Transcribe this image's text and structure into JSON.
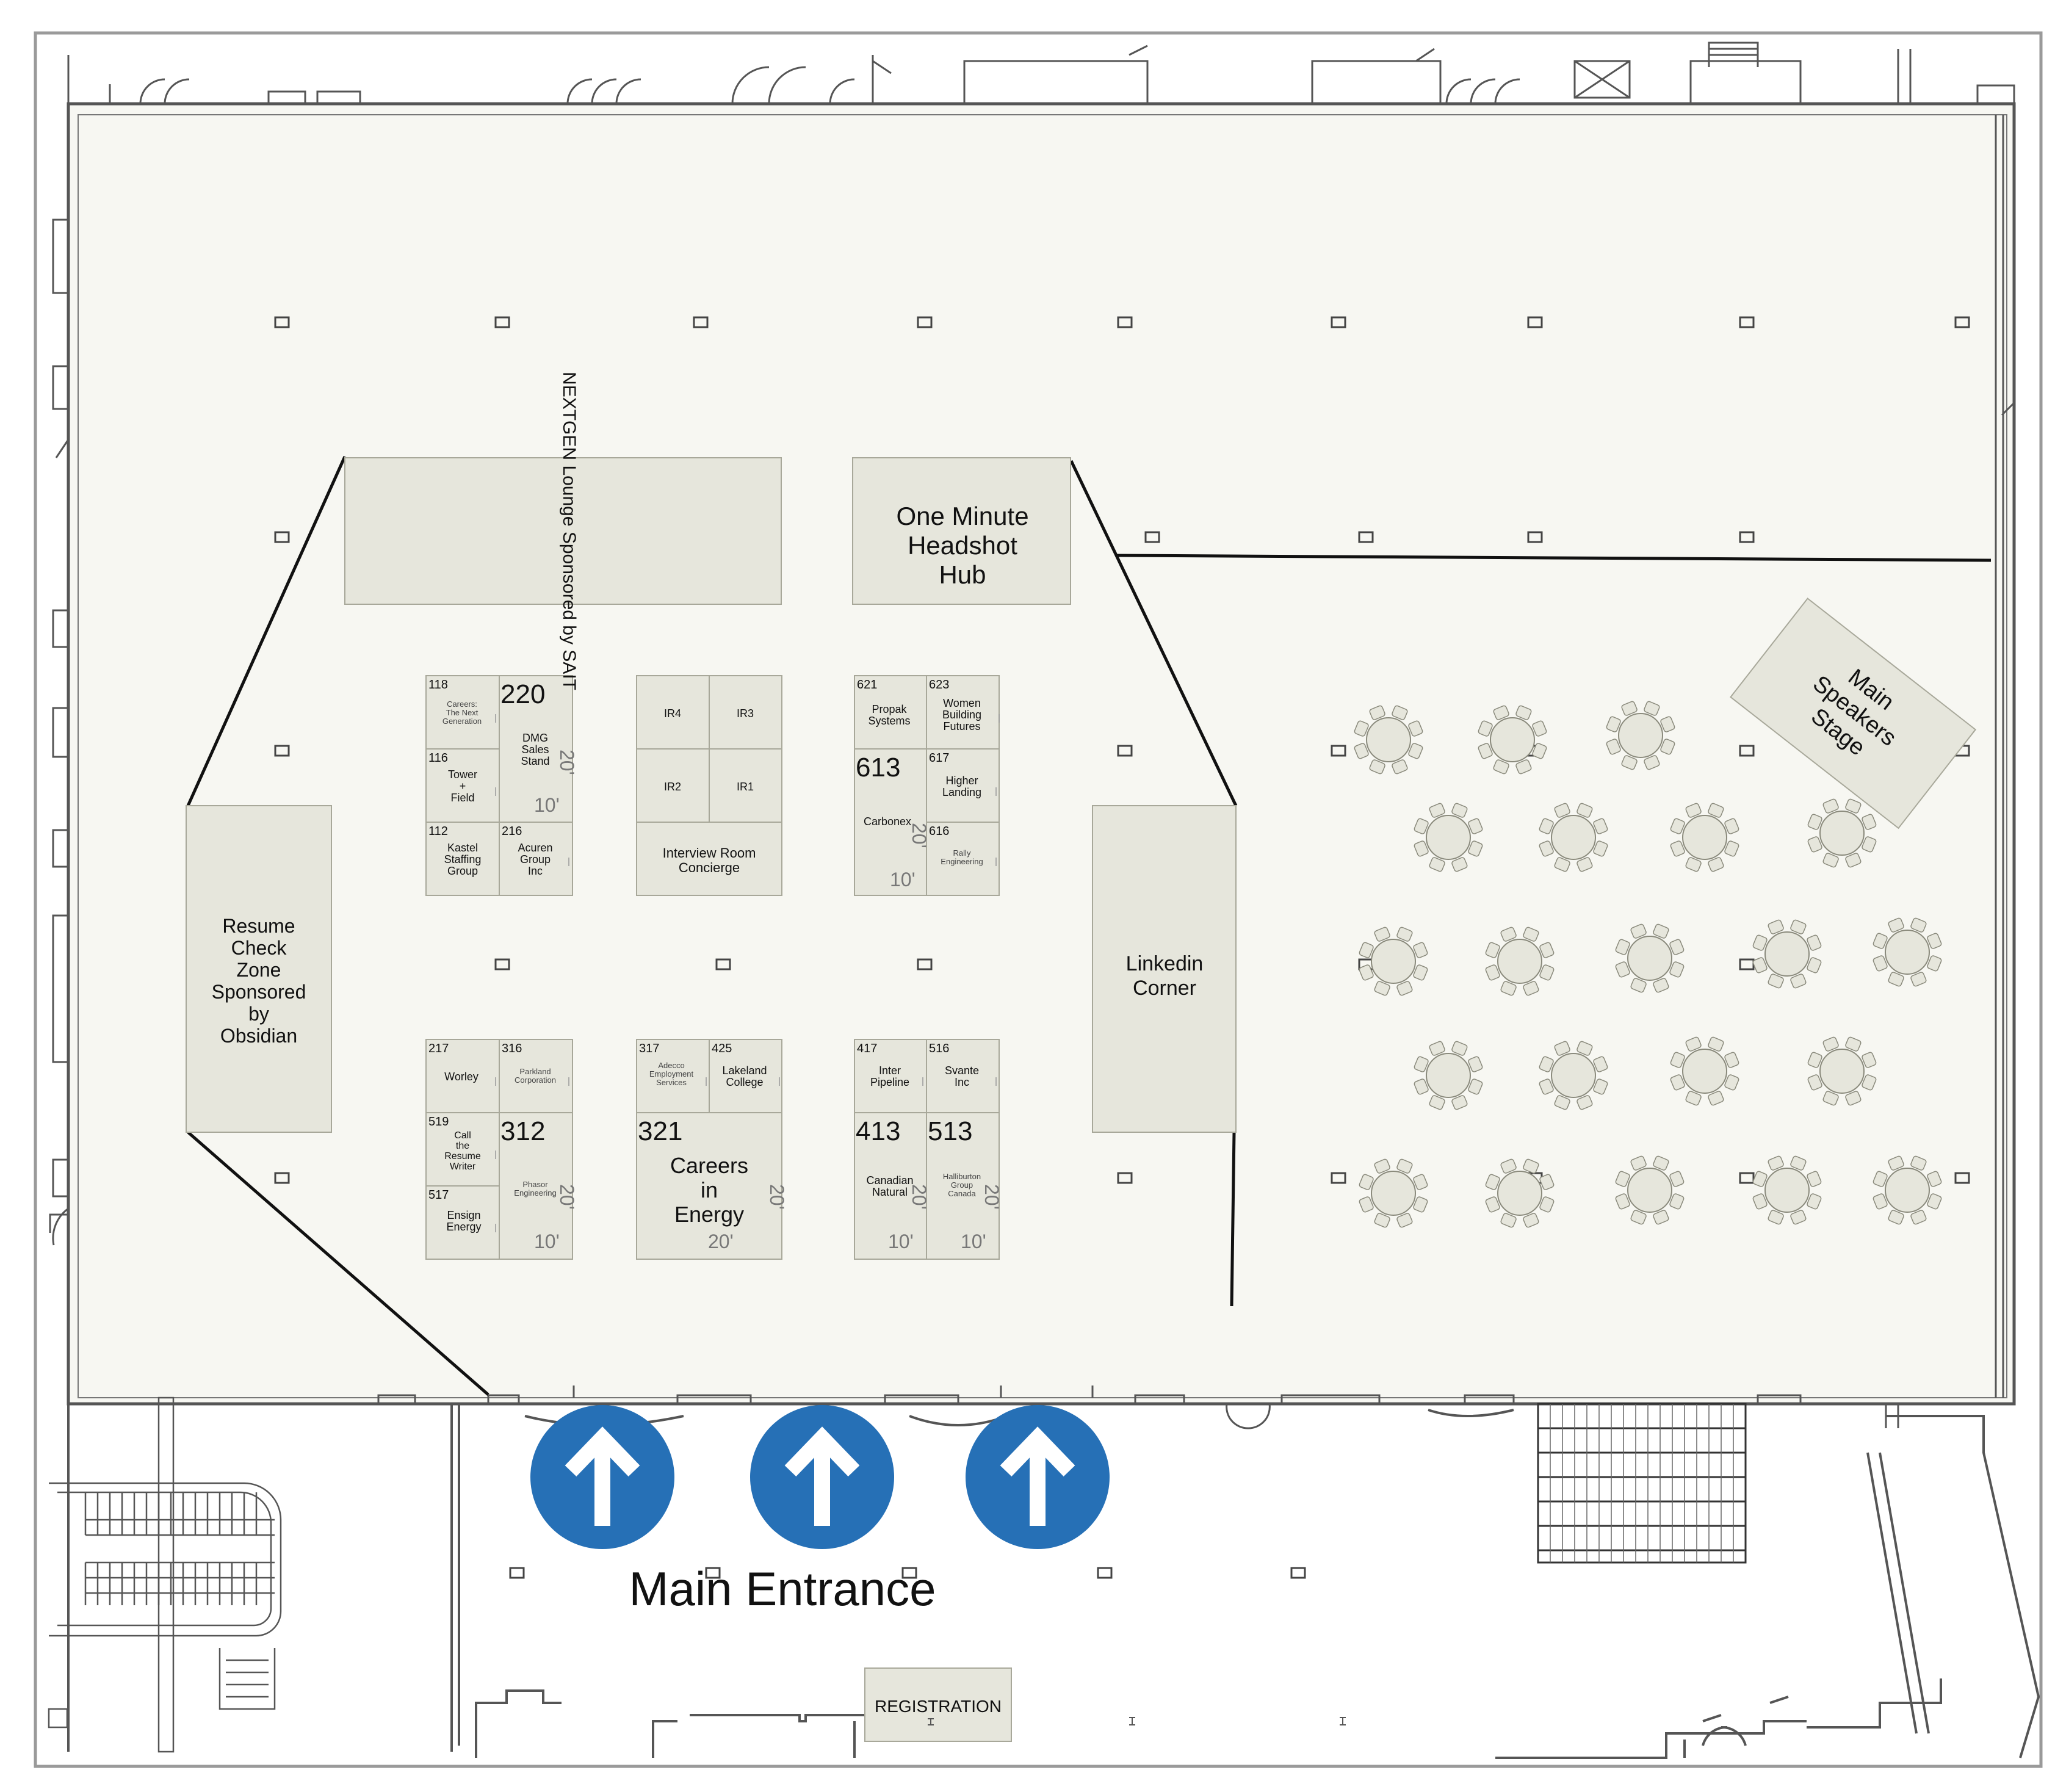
{
  "floor_plan": {
    "areas": {
      "nextgen_lounge": "NEXTGEN Lounge Sponsored by SAIT",
      "headshot_hub": "One Minute Headshot Hub",
      "resume_check": "Resume Check Zone Sponsored by Obsidian",
      "linkedin_corner": "Linkedin Corner",
      "speakers_stage": "Main Speakers Stage",
      "interview_concierge": "Interview Room Concierge",
      "careers_in_energy": "Careers in Energy",
      "registration": "REGISTRATION",
      "main_entrance": "Main Entrance"
    },
    "interview_rooms": [
      "IR4",
      "IR3",
      "IR2",
      "IR1"
    ],
    "booths": {
      "b118": {
        "number": "118",
        "name": "Careers: The Next Generation"
      },
      "b220": {
        "number": "220",
        "name": "DMG Sales Stand"
      },
      "b116": {
        "number": "116",
        "name": "Tower + Field"
      },
      "b112": {
        "number": "112",
        "name": "Kastel Staffing Group"
      },
      "b216": {
        "number": "216",
        "name": "Acuren Group Inc"
      },
      "b621": {
        "number": "621",
        "name": "Propak Systems"
      },
      "b623": {
        "number": "623",
        "name": "Women Building Futures"
      },
      "b613": {
        "number": "613",
        "name": "Carbonex"
      },
      "b617": {
        "number": "617",
        "name": "Higher Landing"
      },
      "b616": {
        "number": "616",
        "name": "Rally Engineering"
      },
      "b217": {
        "number": "217",
        "name": "Worley"
      },
      "b316": {
        "number": "316",
        "name": "Parkland Corporation"
      },
      "b519": {
        "number": "519",
        "name": "Call the Resume Writer"
      },
      "b312": {
        "number": "312",
        "name": "Phasor Engineering"
      },
      "b517": {
        "number": "517",
        "name": "Ensign Energy"
      },
      "b317": {
        "number": "317",
        "name": "Adecco Employment Services"
      },
      "b425": {
        "number": "425",
        "name": "Lakeland College"
      },
      "b321": {
        "number": "321"
      },
      "b417": {
        "number": "417",
        "name": "Inter Pipeline"
      },
      "b516": {
        "number": "516",
        "name": "Svante Inc"
      },
      "b413": {
        "number": "413",
        "name": "Canadian Natural"
      },
      "b513": {
        "number": "513",
        "name": "Halliburton Group Canada"
      }
    },
    "dimensions": {
      "ten": "10'",
      "twenty": "20'"
    },
    "colors": {
      "floor": "#f7f7f2",
      "zone_fill": "#e6e6dc",
      "zone_stroke": "#a8a89a",
      "wall": "#555555",
      "arrow_blue": "#2670b6"
    }
  }
}
